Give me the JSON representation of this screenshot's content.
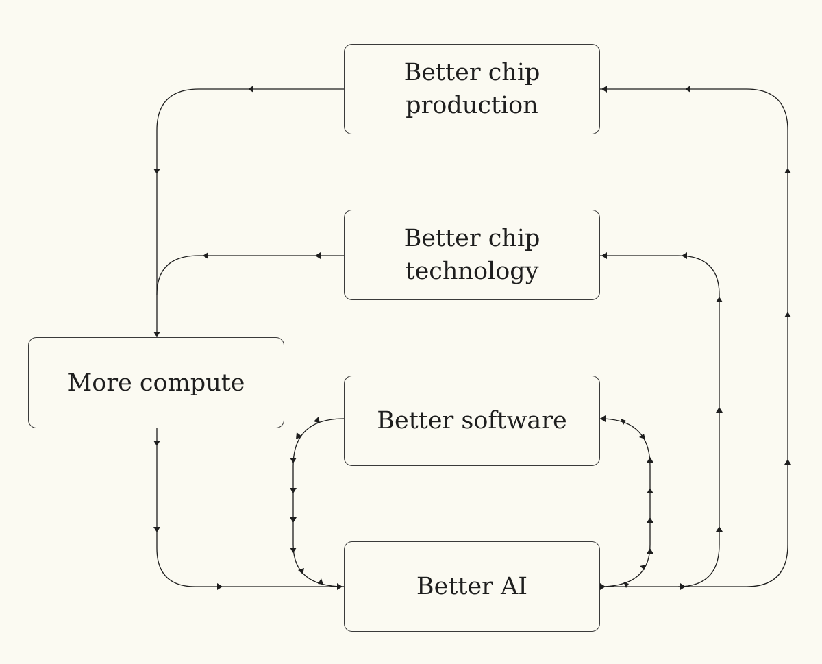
{
  "nodes": {
    "production": {
      "line1": "Better chip",
      "line2": "production"
    },
    "technology": {
      "line1": "Better chip",
      "line2": "technology"
    },
    "compute": {
      "label": "More compute"
    },
    "software": {
      "label": "Better software"
    },
    "ai": {
      "label": "Better AI"
    }
  },
  "edges": [
    {
      "from": "Better chip production",
      "to": "More compute"
    },
    {
      "from": "Better chip technology",
      "to": "More compute"
    },
    {
      "from": "More compute",
      "to": "Better AI"
    },
    {
      "from": "Better software",
      "to": "Better AI"
    },
    {
      "from": "Better AI",
      "to": "Better software"
    },
    {
      "from": "Better AI",
      "to": "Better chip technology"
    },
    {
      "from": "Better AI",
      "to": "Better chip production"
    }
  ],
  "colors": {
    "background": "#fbfaf2",
    "line": "#1e1e1e",
    "border": "#3a3a3a"
  }
}
